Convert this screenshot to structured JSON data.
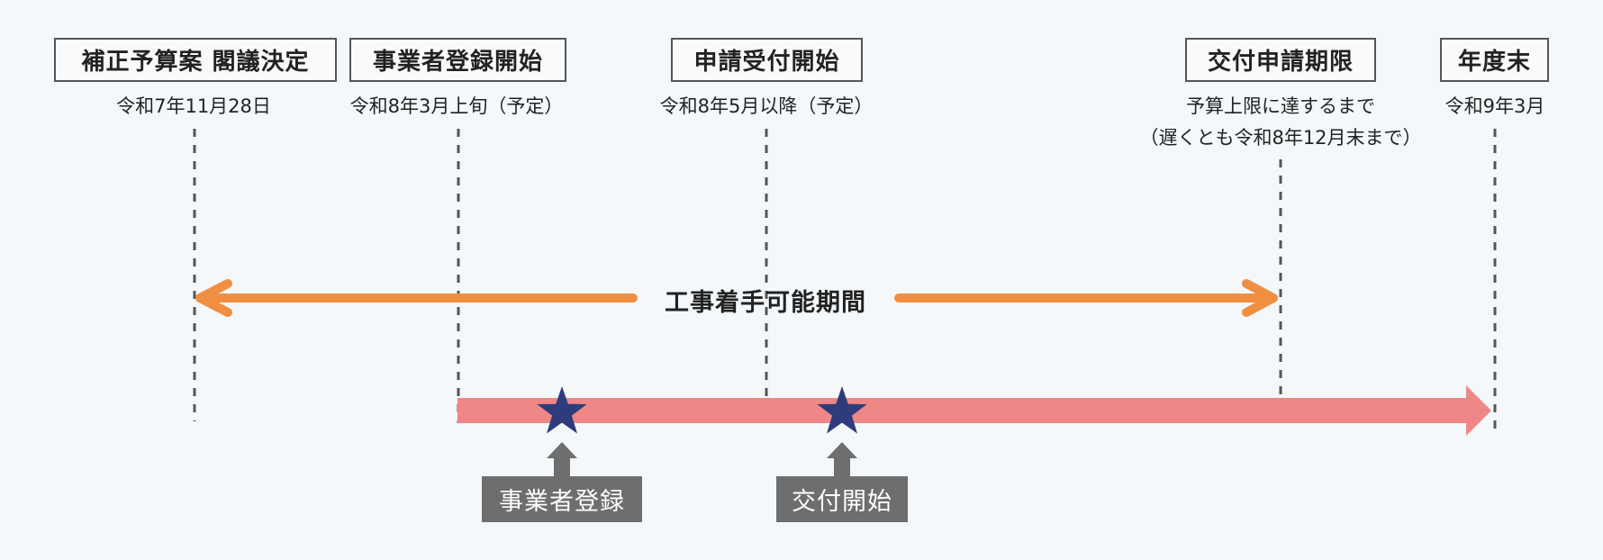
{
  "diagram": {
    "type": "timeline",
    "milestones": [
      {
        "title": "補正予算案 閣議決定",
        "date_lines": [
          "令和7年11月28日"
        ]
      },
      {
        "title": "事業者登録開始",
        "date_lines": [
          "令和8年3月上旬（予定）"
        ]
      },
      {
        "title": "申請受付開始",
        "date_lines": [
          "令和8年5月以降（予定）"
        ]
      },
      {
        "title": "交付申請期限",
        "date_lines": [
          "予算上限に達するまで",
          "（遅くとも令和8年12月末まで）"
        ]
      },
      {
        "title": "年度末",
        "date_lines": [
          "令和9年3月"
        ]
      }
    ],
    "period": {
      "label": "工事着手可能期間",
      "from_milestone": 0,
      "to_milestone": 3
    },
    "timeline_bar": {
      "from_milestone": 1,
      "to_milestone": 4
    },
    "markers": [
      {
        "label": "事業者登録",
        "icon": "star-icon"
      },
      {
        "label": "交付開始",
        "icon": "star-icon"
      }
    ],
    "colors": {
      "background": "#F4F8FB",
      "period_arrow": "#F08F42",
      "timeline_bar": "#EF8787",
      "star": "#2E3C7C",
      "marker_label_bg": "#6E6E6E",
      "dashed_line": "#555555",
      "box_border": "#555555"
    }
  }
}
